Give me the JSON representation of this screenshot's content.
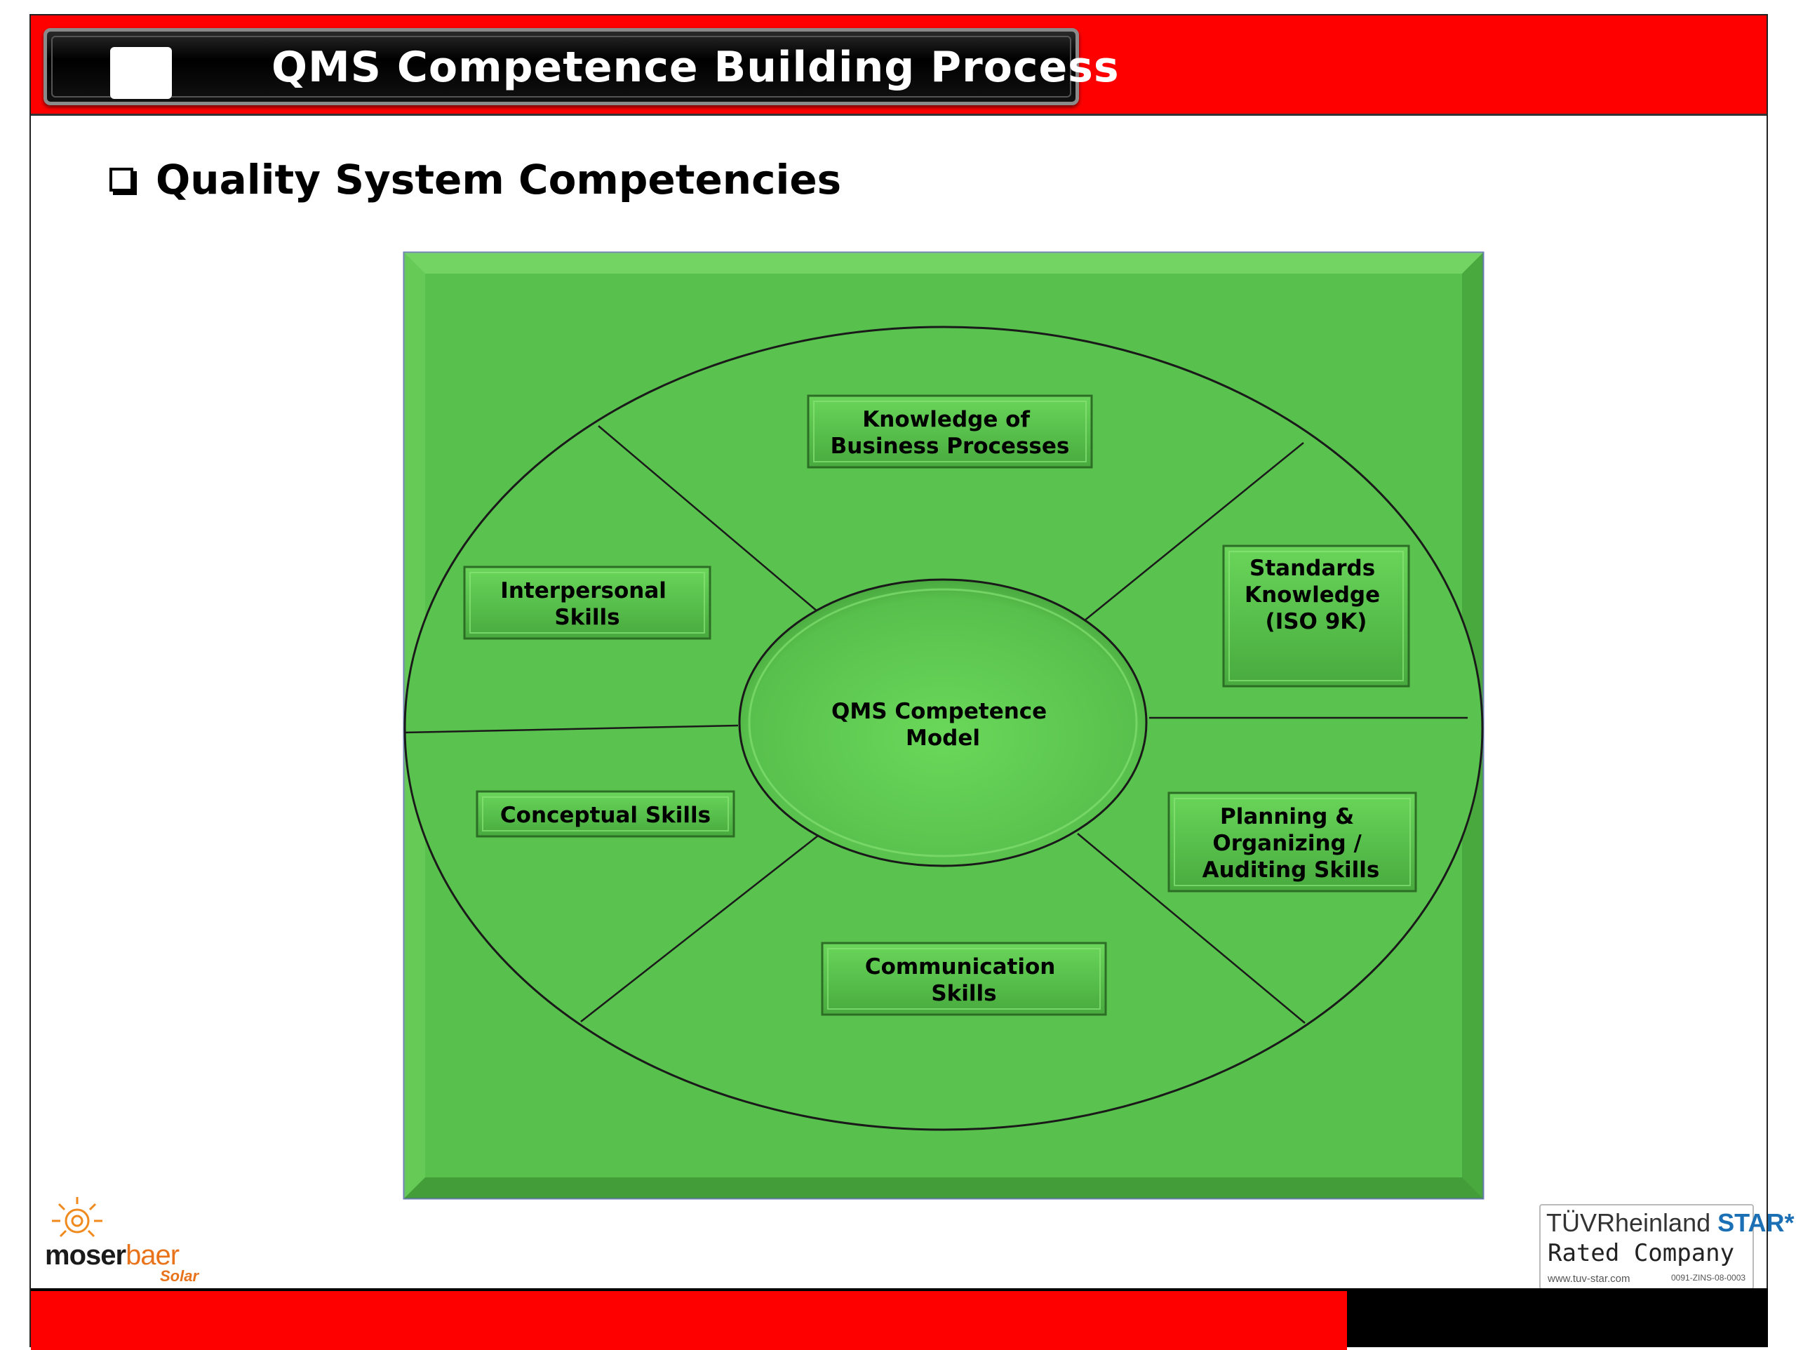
{
  "slide": {
    "title": "QMS Competence Building Process",
    "heading": "Quality System Competencies"
  },
  "diagram": {
    "center": {
      "line1": "QMS Competence",
      "line2": "Model"
    },
    "segments": [
      {
        "id": "business",
        "lines": [
          "Knowledge of",
          "Business Processes"
        ]
      },
      {
        "id": "standards",
        "lines": [
          "Standards",
          "Knowledge",
          "(ISO 9K)"
        ]
      },
      {
        "id": "planning",
        "lines": [
          "Planning &",
          "Organizing /",
          "Auditing Skills"
        ]
      },
      {
        "id": "communication",
        "lines": [
          "Communication",
          "Skills"
        ]
      },
      {
        "id": "conceptual",
        "lines": [
          "Conceptual Skills"
        ]
      },
      {
        "id": "interpersonal",
        "lines": [
          "Interpersonal",
          "Skills"
        ]
      }
    ]
  },
  "logos": {
    "left": {
      "brand_a": "moser",
      "brand_b": "baer",
      "sub": "Solar"
    },
    "right": {
      "brand": "TÜVRheinland",
      "star": "STAR",
      "rated": "Rated Company",
      "url": "www.tuv-star.com",
      "code": "0091-ZINS-08-0003"
    }
  },
  "colors": {
    "band_red": "#ff0000",
    "panel_green": "#58c04c",
    "text_dark": "#000000"
  }
}
